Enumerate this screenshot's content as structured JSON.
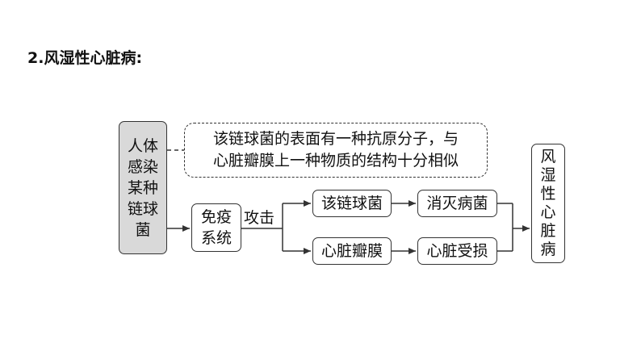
{
  "heading": "2.风湿性心脏病:",
  "nodes": {
    "infection": "人体感染某种链球菌",
    "note_line1": "该链球菌的表面有一种抗原分子，与",
    "note_line2": "心脏瓣膜上一种物质的结构十分相似",
    "immune": "免疫系统",
    "attack": "攻击",
    "strep": "该链球菌",
    "valve": "心脏瓣膜",
    "destroy": "消灭病菌",
    "damage": "心脏受损",
    "disease": "风湿性心脏病"
  }
}
